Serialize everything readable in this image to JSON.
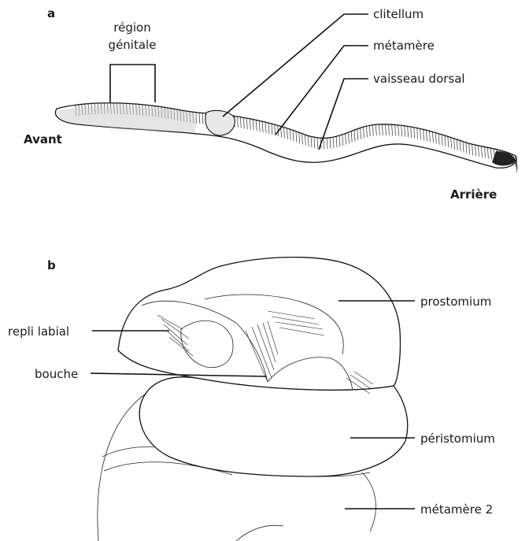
{
  "panel_a": {
    "letter": "a",
    "labels": {
      "genital_region_line1": "région",
      "genital_region_line2": "génitale",
      "clitellum": "clitellum",
      "metamere": "métamère",
      "dorsal_vessel": "vaisseau dorsal",
      "front": "Avant",
      "rear": "Arrière"
    }
  },
  "panel_b": {
    "letter": "b",
    "labels": {
      "prostomium": "prostomium",
      "labial_fold": "repli labial",
      "mouth": "bouche",
      "peristomium": "péristomium",
      "metamere_2": "métamère 2"
    }
  }
}
